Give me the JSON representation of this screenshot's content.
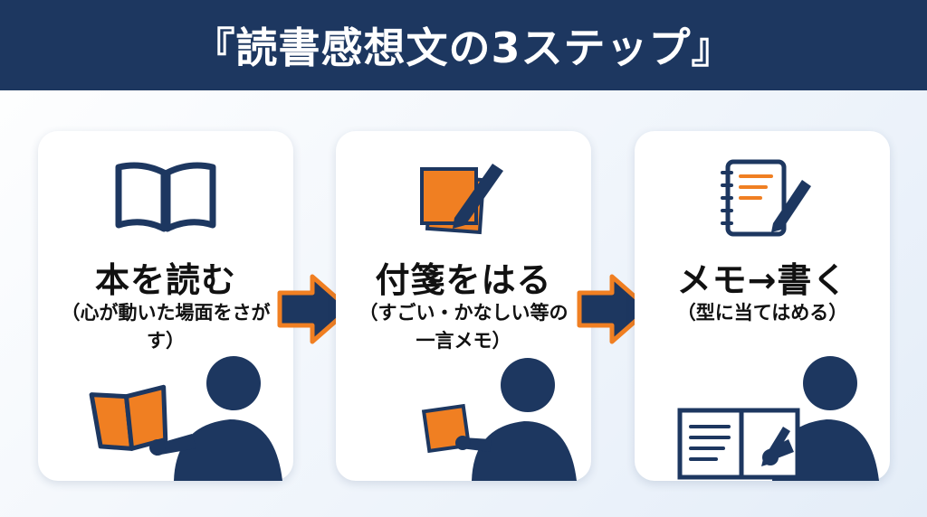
{
  "title": "『読書感想文の3ステップ』",
  "steps": [
    {
      "title": "本を読む",
      "subtitle": "（心が動いた場面をさがす）",
      "icon": "open-book-icon"
    },
    {
      "title": "付箋をはる",
      "subtitle": "（すごい・かなしい等の一言メモ）",
      "icon": "sticky-note-pen-icon"
    },
    {
      "title": "メモ→書く",
      "subtitle": "（型に当てはめる）",
      "icon": "notebook-pen-icon"
    }
  ],
  "colors": {
    "navy": "#1d3760",
    "orange": "#f07f22",
    "background": "#eef3fa",
    "card": "#ffffff"
  }
}
